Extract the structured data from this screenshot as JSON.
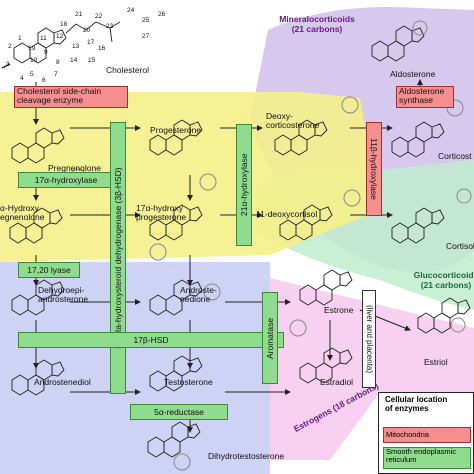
{
  "regions": {
    "mineralocorticoids": "Mineralocorticoids\n(21 carbons)",
    "glucocorticoids": "Glucocorticoids\n(21 carbons)",
    "estrogens": "Estrogens (18 carbons)"
  },
  "molecules": {
    "cholesterol": "Cholesterol",
    "pregnenolone": "Pregnenolone",
    "progesterone": "Progesterone",
    "deoxycorticosterone": "Deoxy-\ncorticosterone",
    "corticosterone": "Corticost",
    "aldosterone": "Aldosterone",
    "hydroxy_pregnenolone": "α-Hydroxy\negnenolone",
    "hydroxy_progesterone": "17α-hydroxy\nprogesterone",
    "deoxycortisol": "11-deoxycortisol",
    "cortisol": "Cortisol",
    "dhea": "Dehydroepi-\nandrosterone",
    "androstenedione": "Androste-\nnedione",
    "estrone": "Estrone",
    "estriol": "Estriol",
    "androstenediol": "Androstenediol",
    "testosterone": "Testosterone",
    "estradiol": "Estradiol",
    "dht": "Dihydrotestosterone"
  },
  "cholesterol_numbers": [
    "21",
    "22",
    "23",
    "24",
    "25",
    "26",
    "18",
    "20",
    "27",
    "12",
    "17",
    "11",
    "13",
    "16",
    "19",
    "14",
    "15",
    "1",
    "9",
    "2",
    "10",
    "8",
    "3",
    "5",
    "7",
    "4",
    "6"
  ],
  "enzymes": {
    "side_chain": "Cholesterol side-chain\ncleavage enzyme",
    "hydroxylase_17a": "17α-hydroxylase",
    "lyase_17_20": "17,20 lyase",
    "hsd3b": "3-beta-hydroxysteroid dehydrogenase (3β-HSD)",
    "hydroxylase_21a": "21α-hydroxylase",
    "hydroxylase_11b": "11β-hydroxylase",
    "aldosterone_synthase": "Aldosterone\nsynthase",
    "hsd17b": "17β-HSD",
    "aromatase": "Aromatase",
    "reductase_5a": "5α-reductase",
    "liver_placenta": "(liver and placenta)"
  },
  "legend": {
    "title": "Cellular location\nof enzymes",
    "mitochondria": "Mitochondria",
    "er": "Smooth endoplasmic\nreticulum"
  },
  "colors": {
    "yellow_zone": "#f5f08a",
    "purple_zone": "#cfc0ea",
    "green_zone": "#bfeccd",
    "blue_zone": "#c9cdf4",
    "pink_zone": "#f7c8ef",
    "mitochondria": "#f58f8f",
    "er": "#8fdc8f"
  }
}
